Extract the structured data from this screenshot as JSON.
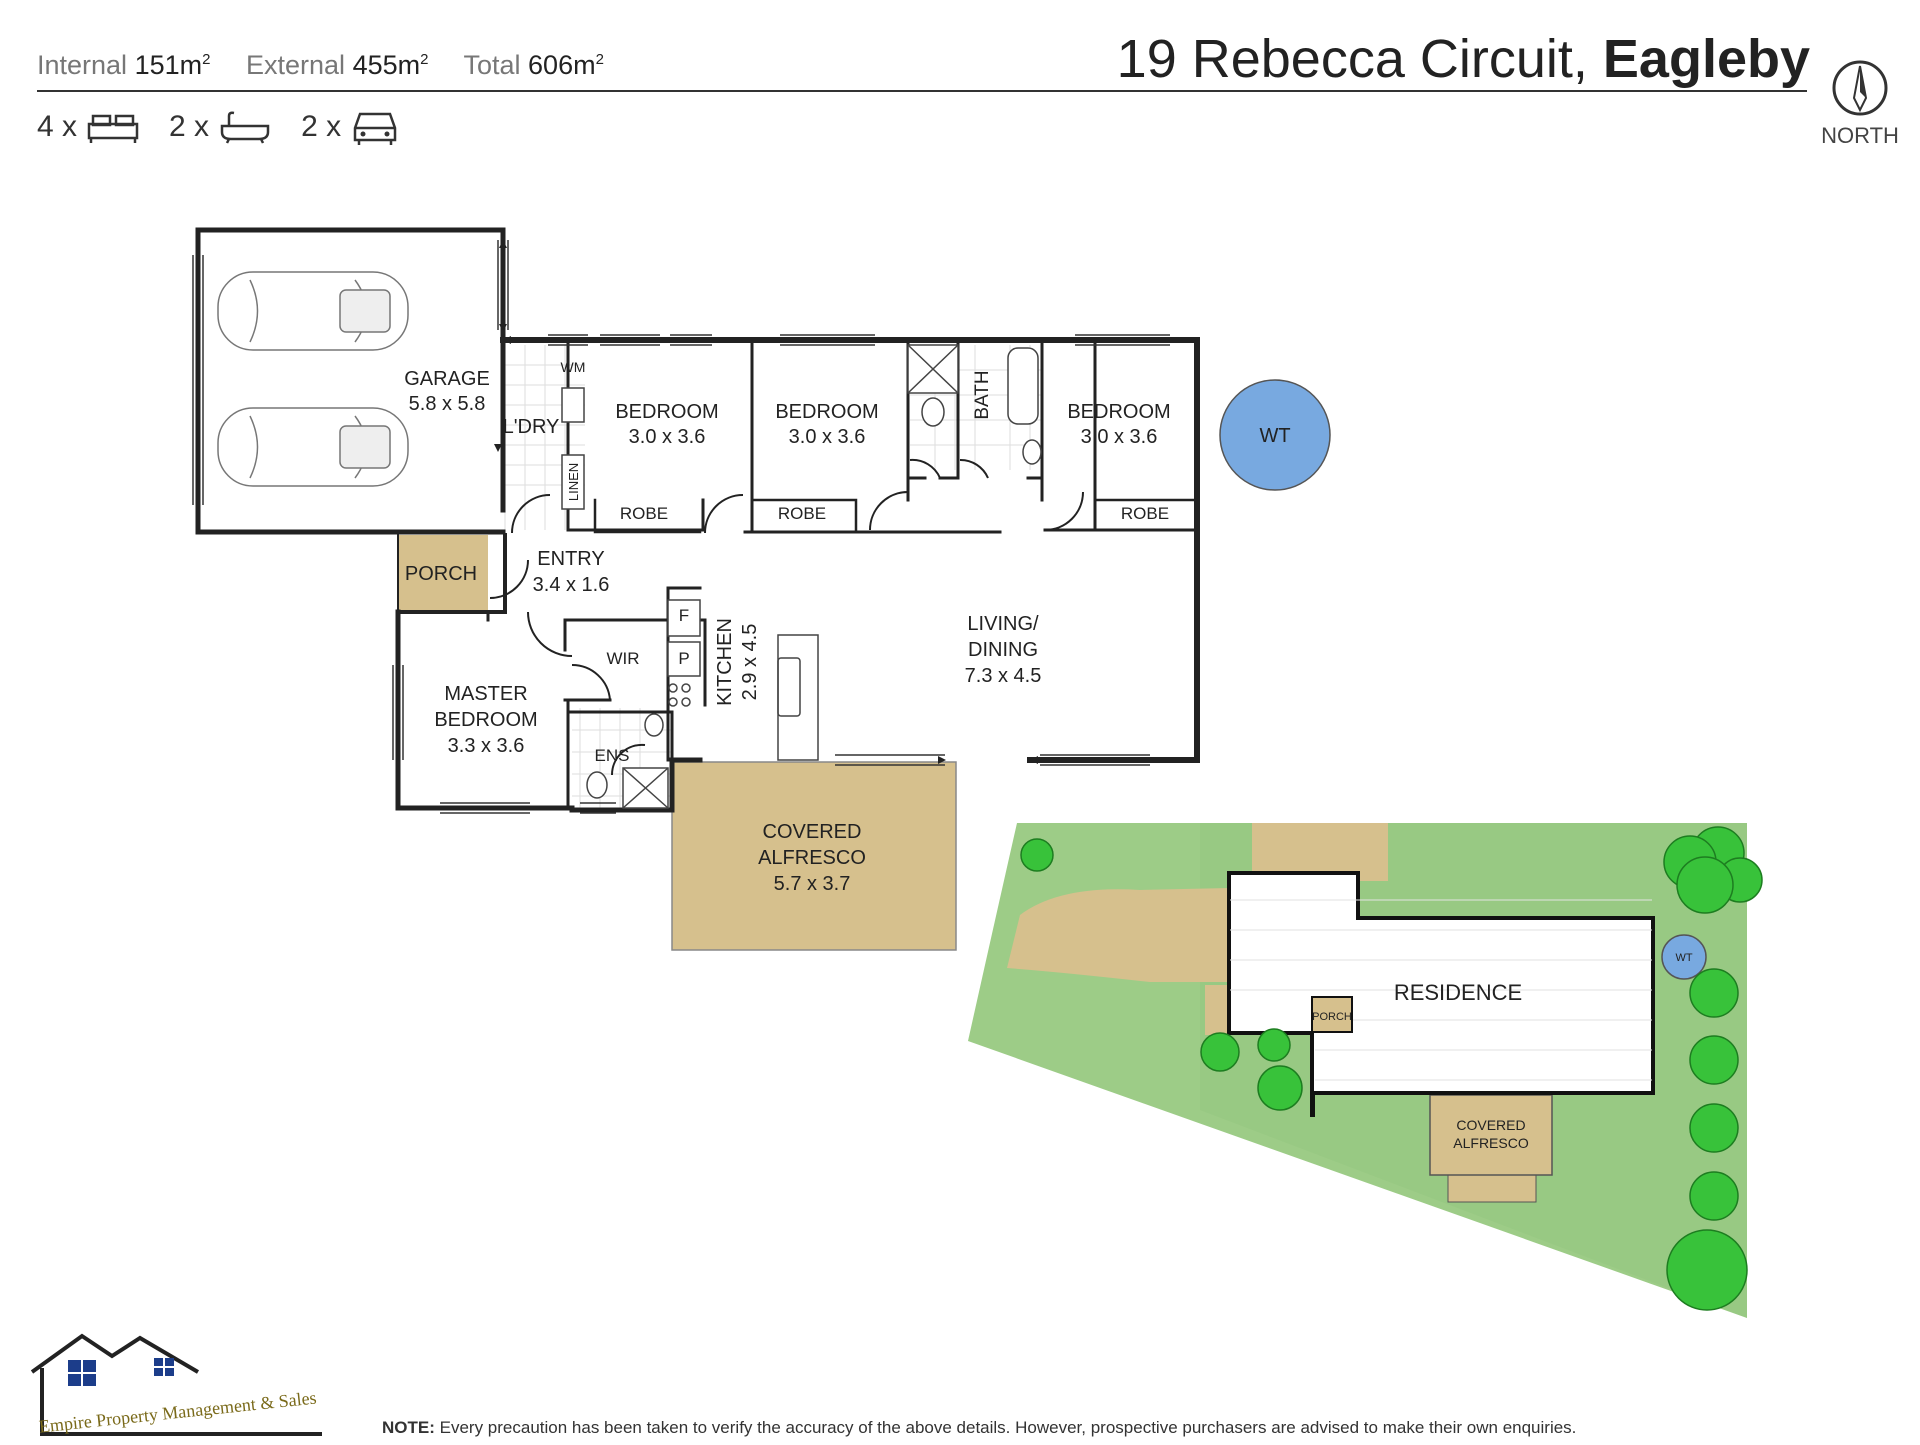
{
  "header": {
    "internal_label": "Internal",
    "internal_value": "151m",
    "external_label": "External",
    "external_value": "455m",
    "total_label": "Total",
    "total_value": "606m",
    "area_superscript": "2",
    "address_street": "19 Rebecca Circuit,",
    "address_suburb": "Eagleby",
    "bed_count": "4 x",
    "bath_count": "2 x",
    "car_count": "2 x",
    "north_label": "NORTH"
  },
  "rooms": {
    "garage_name": "GARAGE",
    "garage_dim": "5.8 x 5.8",
    "laundry": "L'DRY",
    "wm": "WM",
    "linen": "LINEN",
    "bed1_name": "BEDROOM",
    "bed1_dim": "3.0 x 3.6",
    "bed2_name": "BEDROOM",
    "bed2_dim": "3.0 x 3.6",
    "bed3_name": "BEDROOM",
    "bed3_dim": "3.0 x 3.6",
    "robe1": "ROBE",
    "robe2": "ROBE",
    "robe3": "ROBE",
    "bath": "BATH",
    "wt": "WT",
    "porch": "PORCH",
    "entry_name": "ENTRY",
    "entry_dim": "3.4 x 1.6",
    "fridge": "F",
    "pantry": "P",
    "kitchen": "KITCHEN",
    "kitchen_dim": "2.9 x 4.5",
    "living_line1": "LIVING/",
    "living_line2": "DINING",
    "living_dim": "7.3 x 4.5",
    "wir": "WIR",
    "master_line1": "MASTER",
    "master_line2": "BEDROOM",
    "master_dim": "3.3 x 3.6",
    "ens": "ENS",
    "alfresco_line1": "COVERED",
    "alfresco_line2": "ALFRESCO",
    "alfresco_dim": "5.7 x 3.7"
  },
  "site": {
    "residence": "RESIDENCE",
    "porch": "PORCH",
    "wt": "WT",
    "alfresco_line1": "COVERED",
    "alfresco_line2": "ALFRESCO"
  },
  "logo": {
    "text": "Empire Property Management & Sales"
  },
  "footer": {
    "note_label": "NOTE:",
    "note_text": "Every precaution has been taken to verify the accuracy of the above details. However, prospective purchasers are advised to make their own enquiries."
  },
  "colors": {
    "wall": "#222222",
    "sand": "#d6c08d",
    "grass": "#9dcc87",
    "tree": "#38c23a",
    "tank": "#78a9e0",
    "residence_fill": "#ffffff"
  }
}
